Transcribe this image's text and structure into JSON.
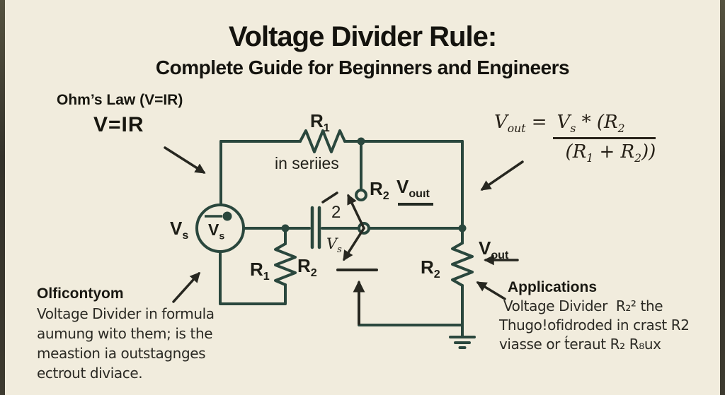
{
  "title": {
    "line1": "Voltage Divider Rule:",
    "line2": "Complete Guide for Beginners and Engineers"
  },
  "ohms_law": {
    "heading": "Ohm’s Law (V=IR)",
    "formula": "V=IR"
  },
  "formula": {
    "result_base": "V",
    "result_sub": "out",
    "equals": "=",
    "numerator": {
      "base": "V",
      "sub": "s",
      "mid": " * (R",
      "sub2": "2"
    },
    "denominator": {
      "open": "(R",
      "sub1": "1",
      "mid": " + R",
      "sub2": "2",
      "close": "))"
    }
  },
  "labels": {
    "r1_top": {
      "b": "R",
      "s": "1"
    },
    "in_series": "in seriies",
    "r2_tap": {
      "b": "R",
      "s": "2"
    },
    "vout_tap": {
      "b": "V",
      "s": "ouıt"
    },
    "vs_outer": {
      "b": "V",
      "s": "s"
    },
    "vs_inner": {
      "b": "V",
      "s": "s"
    },
    "r1_mid": {
      "b": "R",
      "s": "1"
    },
    "r2_mid": {
      "b": "R",
      "s": "2"
    },
    "switch_num": "2",
    "vs_switch": {
      "b": "V",
      "s": "s"
    },
    "r2_right": {
      "b": "R",
      "s": "2"
    },
    "vout_right": {
      "b": "V",
      "s": "out"
    }
  },
  "explanation": {
    "heading": "Olficontyom",
    "lines": [
      "Voltage Divider in formula",
      "aumung wito them; is the",
      "meastion ia outstagnges",
      "ectrout diviace."
    ]
  },
  "applications": {
    "heading": "Applications",
    "lines": [
      " Voltage Divider  R₂² the",
      "Thugo!ofidroded in crast R2",
      "viasse or t́eraut R₂ R₈ux"
    ]
  },
  "colors": {
    "background": "#f1ecdd",
    "wire": "#2a473d",
    "annotation": "#272720",
    "text": "#1d1c16"
  }
}
